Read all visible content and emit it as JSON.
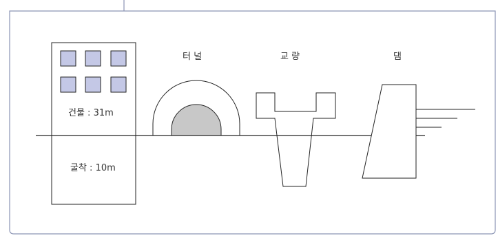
{
  "labels": {
    "tunnel": "터 널",
    "bridge": "교 량",
    "dam": "댐",
    "building_height": "건물 : 31m",
    "excavation_depth": "굴착 : 10m"
  },
  "colors": {
    "frame_border": "#8a93b3",
    "window_fill": "#c4c8e6",
    "tunnel_inner_fill": "#c8c8c8",
    "line": "#222222"
  }
}
